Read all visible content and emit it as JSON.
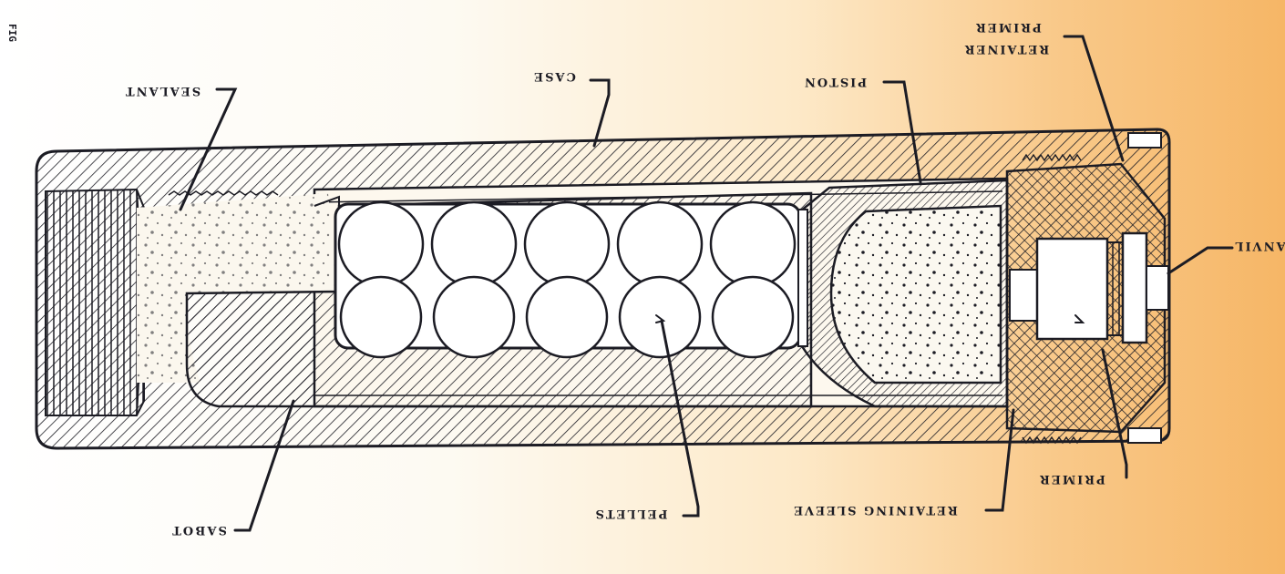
{
  "labels": {
    "sealant": "SEALANT",
    "case": "CASE",
    "piston": "PISTON",
    "primer_retainer_line1": "PRIMER",
    "primer_retainer_line2": "RETAINER",
    "anvil": "ANVIL",
    "primer": "PRIMER",
    "retaining_sleeve": "RETAINING SLEEVE",
    "pellets": "PELLETS",
    "sabot": "SABOT"
  },
  "edge_mark": "FIG",
  "colors": {
    "ink": "#1c1c24",
    "paper_light": "#ffffff",
    "paper_warm": "#f6b666"
  }
}
